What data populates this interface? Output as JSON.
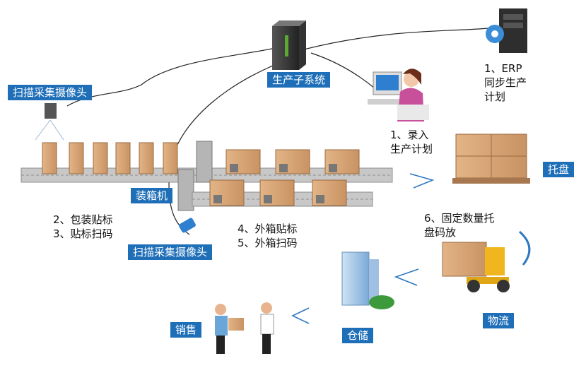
{
  "labels": {
    "production_subsystem": "生产子系统",
    "scan_camera_top": "扫描采集摄像头",
    "scan_camera_bottom": "扫描采集摄像头",
    "boxing_machine": "装箱机",
    "pallet": "托盘",
    "logistics": "物流",
    "warehouse": "仓储",
    "sales": "销售"
  },
  "steps": {
    "erp_sync": "1、ERP\n同步生产\n计划",
    "input_plan": "1、录入\n生产计划",
    "pack_label": "2、包装贴标\n3、贴标扫码",
    "outer_box": "4、外箱贴标\n5、外箱扫码",
    "pallet_stack": "6、固定数量托\n盘码放"
  },
  "colors": {
    "label_bg": "#1f6fb8",
    "box_tan": "#d9a878",
    "conveyor": "#b9b9b9",
    "arrow": "#2e78c2"
  }
}
